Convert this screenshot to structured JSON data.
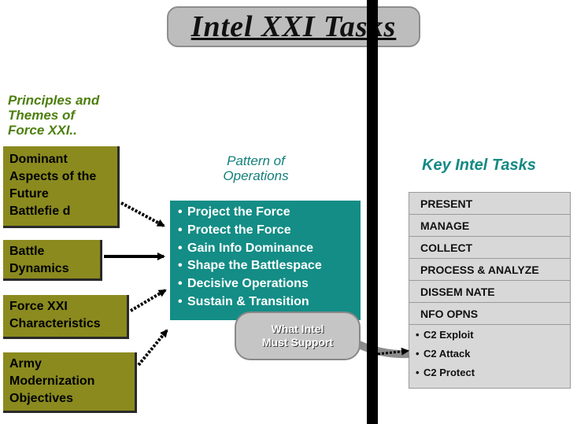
{
  "title": "Intel XXI Tasks",
  "principles": {
    "heading": "Principles and\nThemes of\nForce XXI..",
    "boxes": [
      "Dominant\nAspects of the\nFuture\nBattlefie d",
      "Battle\nDynamics",
      "Force XXI\nCharacteristics",
      "Army\nModernization\nObjectives"
    ]
  },
  "pattern": {
    "heading": "Pattern of\nOperations",
    "items": [
      "Project the Force",
      "Protect the Force",
      "Gain Info Dominance",
      "Shape the Battlespace",
      "Decisive Operations",
      "Sustain & Transition"
    ],
    "support_label": "What Intel\nMust Support"
  },
  "key_tasks": {
    "heading": "Key Intel Tasks",
    "tasks": [
      "PRESENT",
      "MANAGE",
      "COLLECT",
      "PROCESS & ANALYZE",
      "DISSEM NATE",
      "NFO OPNS"
    ],
    "sub_tasks": [
      "C2 Exploit",
      "C2 Attack",
      "C2 Protect"
    ]
  },
  "colors": {
    "olive": "#8a8a1f",
    "teal": "#138d86",
    "heading_green": "#4d7f0e",
    "heading_teal": "#148a83",
    "gray": "#d8d8d8"
  }
}
